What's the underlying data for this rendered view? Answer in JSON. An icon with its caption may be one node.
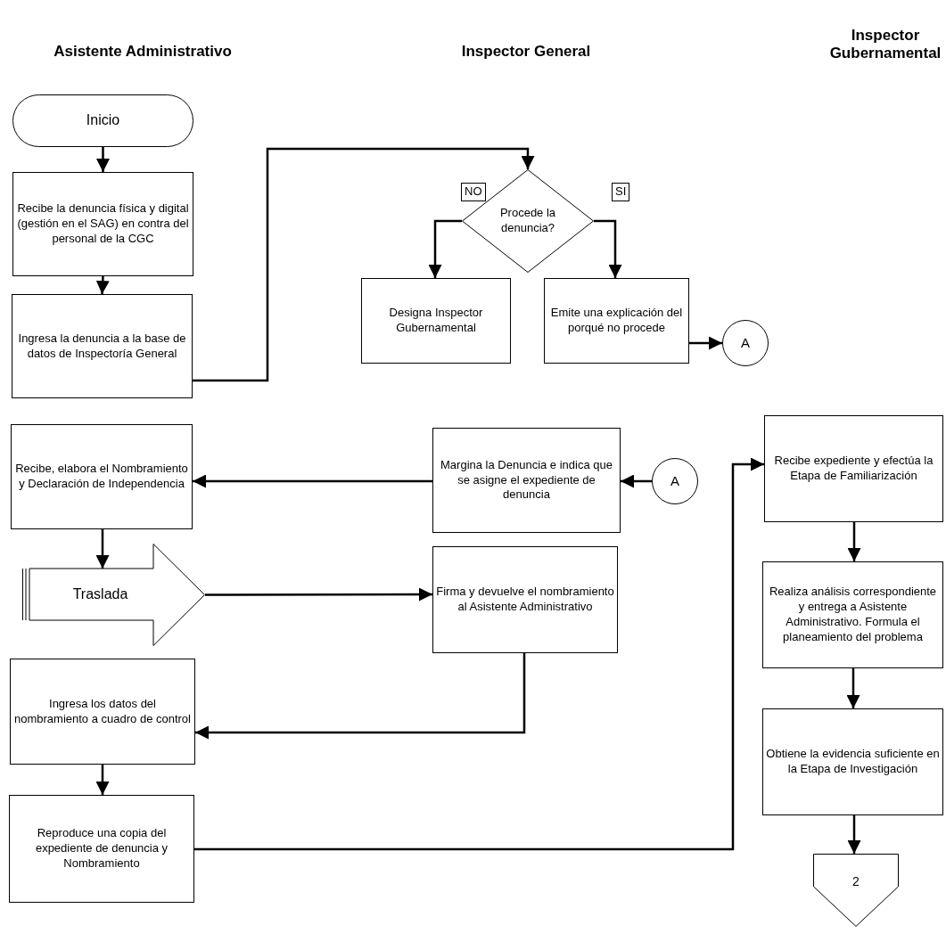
{
  "diagram": {
    "nodes": [
      {
        "text": [
          "Inicio"
        ]
      },
      {
        "text": [
          "Recibe la denuncia física y digital (gestión en el SAG) en contra del personal de la CGC"
        ]
      },
      {
        "text": [
          "Ingresa la denuncia a la base de datos de Inspectoría General"
        ]
      },
      {
        "text": [
          "Procede la denuncia?"
        ]
      },
      {
        "text": [
          "Designa Inspector Gubernamental"
        ]
      },
      {
        "text": [
          "Emite una explicación del porqué no procede"
        ]
      },
      {
        "text": [
          "A"
        ]
      },
      {
        "text": [
          "Margina la Denuncia e indica que se asigne el expediente de denuncia"
        ]
      },
      {
        "text": [
          "A"
        ]
      },
      {
        "text": [
          "Recibe, elabora el Nombramiento y Declaración de Independencia"
        ]
      },
      {
        "text": [
          "Traslada"
        ]
      },
      {
        "text": [
          "Firma y devuelve el nombramiento al Asistente Administrativo"
        ]
      },
      {
        "text": [
          "Ingresa los datos del nombramiento a cuadro de control"
        ]
      },
      {
        "text": [
          "Reproduce una copia del expediente de denuncia y Nombramiento"
        ]
      },
      {
        "text": [
          "Recibe expediente y efectúa la Etapa de Familiarización"
        ]
      },
      {
        "text": [
          "Realiza análisis correspondiente y entrega a Asistente Administrativo. Formula el planeamiento del problema"
        ]
      },
      {
        "text": [
          "Obtiene la evidencia suficiente en la Etapa de Investigación"
        ]
      },
      {
        "text": [
          "2"
        ]
      }
    ],
    "edges": [
      {
        "from": 0,
        "to": 1,
        "arrow": "to"
      },
      {
        "from": 1,
        "to": 2,
        "arrow": "to"
      },
      {
        "from": 2,
        "to": 3,
        "arrow": "to"
      },
      {
        "from": 3,
        "to": 4,
        "arrow": "to",
        "label": "NO"
      },
      {
        "from": 3,
        "to": 5,
        "arrow": "to",
        "label": "SI"
      },
      {
        "from": 5,
        "to": 6,
        "arrow": "to"
      },
      {
        "from": 8,
        "to": 7,
        "arrow": "to"
      },
      {
        "from": 7,
        "to": 9,
        "arrow": "to"
      },
      {
        "from": 9,
        "to": 10,
        "arrow": "to"
      },
      {
        "from": 10,
        "to": 11,
        "arrow": "to"
      },
      {
        "from": 11,
        "to": 12,
        "arrow": "to"
      },
      {
        "from": 12,
        "to": 13,
        "arrow": "to"
      },
      {
        "from": 13,
        "to": 14,
        "arrow": "to"
      },
      {
        "from": 14,
        "to": 15,
        "arrow": "to"
      },
      {
        "from": 15,
        "to": 16,
        "arrow": "to"
      },
      {
        "from": 16,
        "to": 17,
        "arrow": "to"
      }
    ],
    "labels": [
      "Asistente Administrativo",
      "Inspector General",
      "Inspector Gubernamental"
    ]
  }
}
